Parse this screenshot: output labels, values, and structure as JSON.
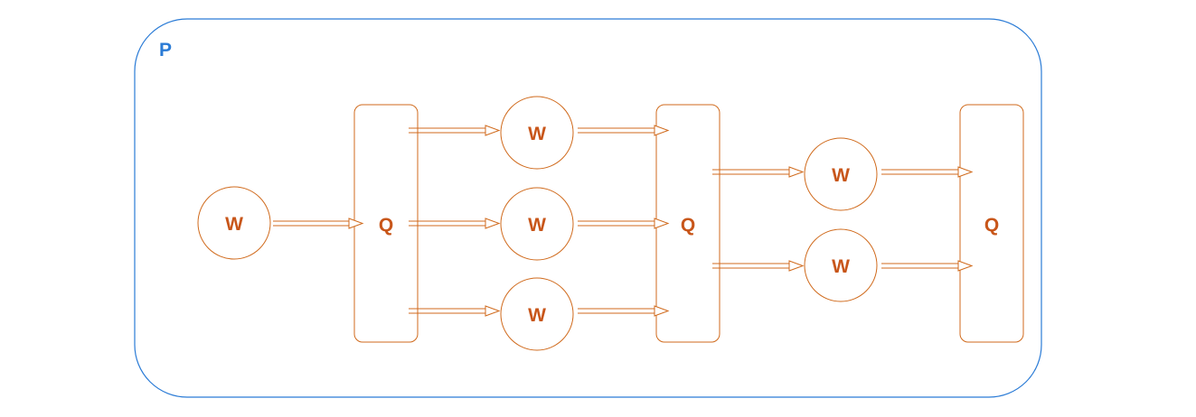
{
  "process": {
    "label": "P",
    "color": "#2a7bd6"
  },
  "worker": {
    "label": "W"
  },
  "queue": {
    "label": "Q"
  },
  "colors": {
    "node_stroke": "#d06a1c",
    "node_text": "#c8561a",
    "arrow": "#d06a1c"
  },
  "stages": [
    {
      "type": "worker",
      "count": 1
    },
    {
      "type": "queue"
    },
    {
      "type": "worker",
      "count": 3
    },
    {
      "type": "queue"
    },
    {
      "type": "worker",
      "count": 2
    },
    {
      "type": "queue"
    }
  ]
}
